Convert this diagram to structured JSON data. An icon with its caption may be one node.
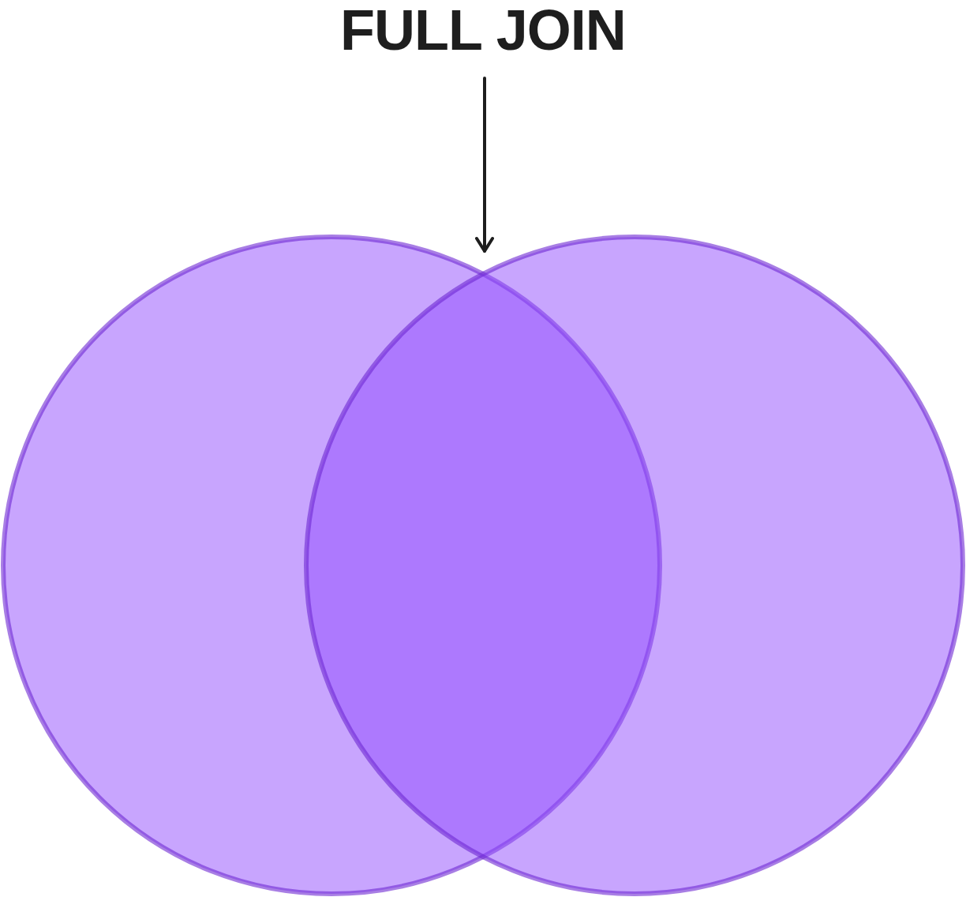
{
  "diagram": {
    "nodes": [
      {
        "text": [
          "FULL JOIN"
        ]
      },
      {
        "text": [],
        "shape": "circle"
      },
      {
        "text": [],
        "shape": "circle"
      }
    ],
    "edges": [
      {
        "from": 0,
        "to": 1,
        "arrow": "to"
      }
    ]
  }
}
